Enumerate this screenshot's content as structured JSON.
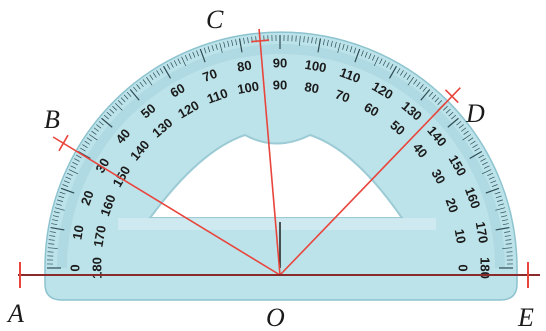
{
  "points": [
    {
      "id": "A",
      "label": "A"
    },
    {
      "id": "B",
      "label": "B"
    },
    {
      "id": "C",
      "label": "C"
    },
    {
      "id": "D",
      "label": "D"
    },
    {
      "id": "E",
      "label": "E"
    },
    {
      "id": "O",
      "label": "O"
    }
  ],
  "rays": [
    {
      "id": "OA",
      "direction_deg": 180
    },
    {
      "id": "OB",
      "direction_deg": 150
    },
    {
      "id": "OC",
      "direction_deg": 95
    },
    {
      "id": "OD",
      "direction_deg": 45
    },
    {
      "id": "OE",
      "direction_deg": 0
    }
  ],
  "protractor": {
    "outer_scale": [
      "0",
      "10",
      "20",
      "30",
      "40",
      "50",
      "60",
      "70",
      "80",
      "90",
      "100",
      "110",
      "120",
      "130",
      "140",
      "150",
      "160",
      "170",
      "180"
    ],
    "inner_scale": [
      "180",
      "170",
      "160",
      "150",
      "140",
      "130",
      "120",
      "110",
      "100",
      "90",
      "80",
      "70",
      "60",
      "50",
      "40",
      "30",
      "20",
      "10",
      "0"
    ]
  },
  "colors": {
    "protractor_fill": "#bde3ea",
    "protractor_edge": "#8cc3cf",
    "ray": "#e8453c",
    "baseline": "#8a2a2a",
    "tick": "#2e4b52"
  }
}
